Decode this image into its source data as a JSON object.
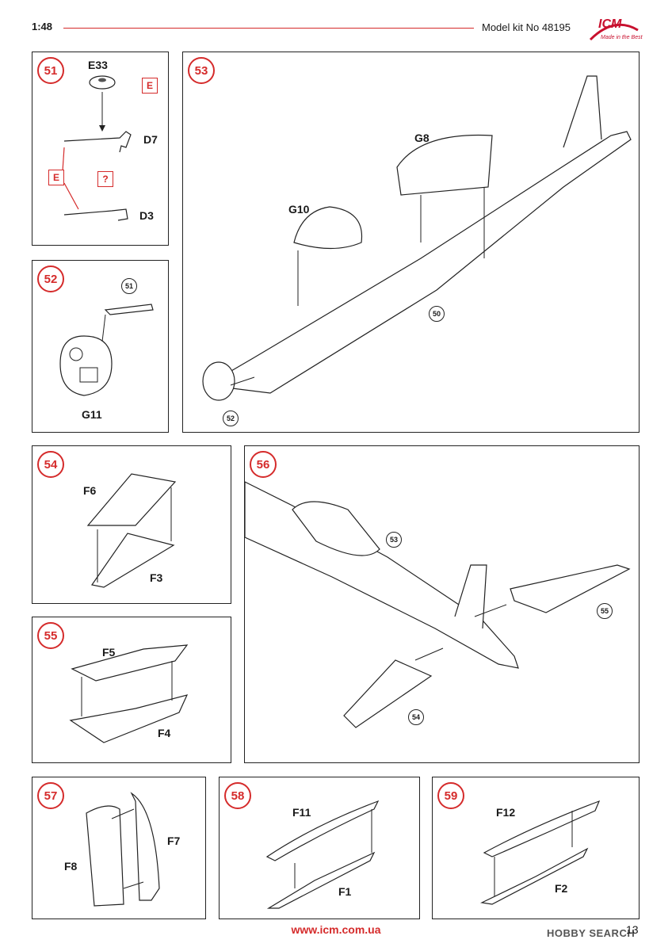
{
  "header": {
    "scale": "1:48",
    "kit": "Model kit No 48195",
    "logo": "ICM",
    "logo_tagline": "Made in the Best"
  },
  "steps": {
    "s51": {
      "num": "51",
      "parts": [
        "E33",
        "D7",
        "D3"
      ],
      "marks": [
        "E",
        "E",
        "?"
      ]
    },
    "s52": {
      "num": "52",
      "ref": "51",
      "part": "G11"
    },
    "s53": {
      "num": "53",
      "parts": [
        "G8",
        "G10"
      ],
      "refs": [
        "50",
        "52"
      ]
    },
    "s54": {
      "num": "54",
      "parts": [
        "F6",
        "F3"
      ]
    },
    "s55": {
      "num": "55",
      "parts": [
        "F5",
        "F4"
      ]
    },
    "s56": {
      "num": "56",
      "refs": [
        "53",
        "55",
        "54"
      ]
    },
    "s57": {
      "num": "57",
      "parts": [
        "F7",
        "F8"
      ]
    },
    "s58": {
      "num": "58",
      "parts": [
        "F11",
        "F1"
      ]
    },
    "s59": {
      "num": "59",
      "parts": [
        "F12",
        "F2"
      ]
    }
  },
  "footer": {
    "url": "www.icm.com.ua",
    "page": "13",
    "watermark": "HOBBY SEARCH"
  }
}
